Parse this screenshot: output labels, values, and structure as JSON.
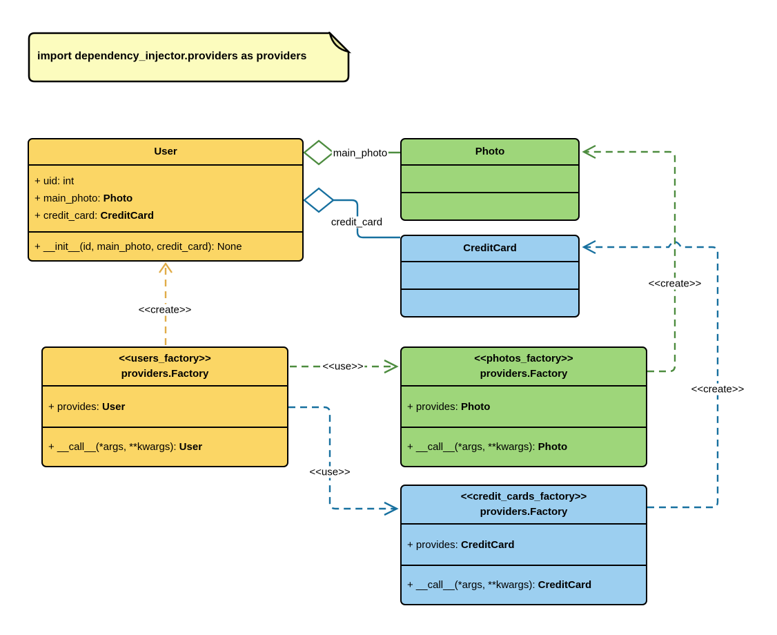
{
  "note": {
    "text": "import dependency_injector.providers as providers"
  },
  "colors": {
    "class_yellow": "#FBD665",
    "class_green": "#9ED67A",
    "class_blue": "#9CCFF0",
    "note_yellow": "#FCFCBE",
    "note_fold": "#E6E69C",
    "edge_green": "#4D8C3F",
    "edge_blue": "#17709F",
    "edge_gold": "#E0AC48"
  },
  "classes": {
    "user": {
      "title": "User",
      "attributes": [
        {
          "text": "+ uid: int",
          "bold": ""
        },
        {
          "text": "+ main_photo: ",
          "bold": "Photo"
        },
        {
          "text": "+ credit_card: ",
          "bold": "CreditCard"
        }
      ],
      "methods": [
        {
          "text": "+ __init__(id, main_photo, credit_card): None",
          "bold": ""
        }
      ]
    },
    "photo": {
      "title": "Photo"
    },
    "credit_card": {
      "title": "CreditCard"
    },
    "users_factory": {
      "stereotype": "<<users_factory>>",
      "title": "providers.Factory",
      "attributes": [
        {
          "text": "+ provides: ",
          "bold": "User"
        }
      ],
      "methods": [
        {
          "text": "+ __call__(*args, **kwargs): ",
          "bold": "User"
        }
      ]
    },
    "photos_factory": {
      "stereotype": "<<photos_factory>>",
      "title": "providers.Factory",
      "attributes": [
        {
          "text": "+ provides: ",
          "bold": "Photo"
        }
      ],
      "methods": [
        {
          "text": "+ __call__(*args, **kwargs): ",
          "bold": "Photo"
        }
      ]
    },
    "credit_cards_factory": {
      "stereotype": "<<credit_cards_factory>>",
      "title": "providers.Factory",
      "attributes": [
        {
          "text": "+ provides: ",
          "bold": "CreditCard"
        }
      ],
      "methods": [
        {
          "text": "+ __call__(*args, **kwargs): ",
          "bold": "CreditCard"
        }
      ]
    }
  },
  "edge_labels": {
    "main_photo": "main_photo",
    "credit_card": "credit_card",
    "create_user": "<<create>>",
    "use_photos": "<<use>>",
    "use_credit_cards": "<<use>>",
    "create_photo": "<<create>>",
    "create_credit_card": "<<create>>"
  }
}
